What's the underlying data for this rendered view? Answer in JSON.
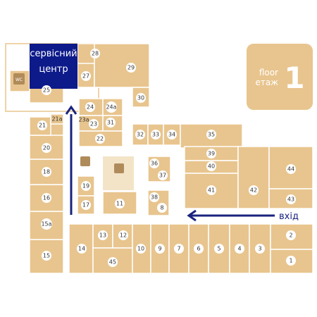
{
  "service_center": {
    "line1": "сервісний",
    "line2": "центр",
    "color": "#0d1a8a"
  },
  "floor": {
    "en": "floor",
    "ua": "етаж",
    "number": "1"
  },
  "entrance_label": "вхід",
  "wc_label": "WC",
  "units": {
    "u1": "1",
    "u2": "2",
    "u3": "3",
    "u4": "4",
    "u5": "5",
    "u6": "6",
    "u7": "7",
    "u8": "8",
    "u9": "9",
    "u10": "10",
    "u11": "11",
    "u12": "12",
    "u13": "13",
    "u14": "14",
    "u15": "15",
    "u15a": "15a",
    "u16": "16",
    "u17": "17",
    "u18": "18",
    "u19": "19",
    "u20": "20",
    "u21": "21",
    "u21a": "21a",
    "u22": "22",
    "u23": "23",
    "u23a": "23a",
    "u24": "24",
    "u24a": "24a",
    "u25": "25",
    "u27": "27",
    "u28": "28",
    "u29": "29",
    "u30": "30",
    "u31": "31",
    "u32": "32",
    "u33": "33",
    "u34": "34",
    "u35": "35",
    "u36": "36",
    "u37": "37",
    "u38": "38",
    "u39": "39",
    "u40": "40",
    "u41": "41",
    "u42": "42",
    "u43": "43",
    "u44": "44",
    "u45": "45"
  },
  "colors": {
    "shop": "#e8c58e",
    "arrow": "#1a237e",
    "badge": "#e8c58e"
  }
}
